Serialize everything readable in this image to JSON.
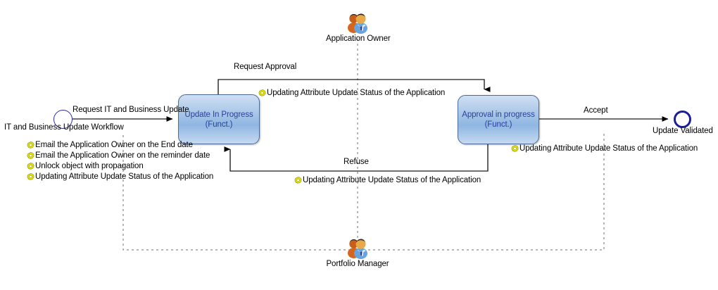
{
  "diagram": {
    "title": "IT and Business Update Workflow",
    "type": "workflow-state-diagram",
    "colors": {
      "node_fill_light": "#cfe0f3",
      "node_fill_dark": "#8fb6e2",
      "node_border": "#4a6a94",
      "node_text": "#2a3f9e",
      "start_circle": "#2b2f9b",
      "end_circle": "#1a1f99",
      "edge": "#000000",
      "lifeline_dash": "#808080",
      "gear": "#d4d400"
    }
  },
  "nodes": {
    "start": {
      "name": "start-node",
      "label": "IT and Business Update Workflow",
      "shape": "circle"
    },
    "update_in_progress": {
      "name": "update-in-progress-state",
      "label": "Update In Progress\n(Funct.)",
      "shape": "rounded-rect"
    },
    "approval_in_progress": {
      "name": "approval-in-progress-state",
      "label": "Approval in progress\n(Funct.)",
      "shape": "rounded-rect"
    },
    "end": {
      "name": "end-node",
      "label": "Update Validated",
      "shape": "circle-thick"
    }
  },
  "edges": [
    {
      "id": "e1",
      "label": "Request IT and Business Update",
      "from": "start",
      "to": "update_in_progress"
    },
    {
      "id": "e2",
      "label": "Request Approval",
      "from": "update_in_progress",
      "to": "approval_in_progress"
    },
    {
      "id": "e3",
      "label": "Refuse",
      "from": "approval_in_progress",
      "to": "update_in_progress"
    },
    {
      "id": "e4",
      "label": "Accept",
      "from": "approval_in_progress",
      "to": "end"
    }
  ],
  "actions": {
    "start_actions": [
      "Email the Application Owner on the End date",
      "Email the Application Owner on the reminder date",
      "Unlock object with propagation",
      "Updating Attribute Update Status of the Application"
    ],
    "request_approval_action": "Updating Attribute Update Status of the Application",
    "refuse_action": "Updating Attribute Update Status of the Application",
    "accept_action": "Updating Attribute Update Status of the Application"
  },
  "actors": [
    {
      "name": "application-owner",
      "label": "Application Owner",
      "icon": "two-users-icon"
    },
    {
      "name": "portfolio-manager",
      "label": "Portfolio Manager",
      "icon": "two-users-icon"
    }
  ]
}
